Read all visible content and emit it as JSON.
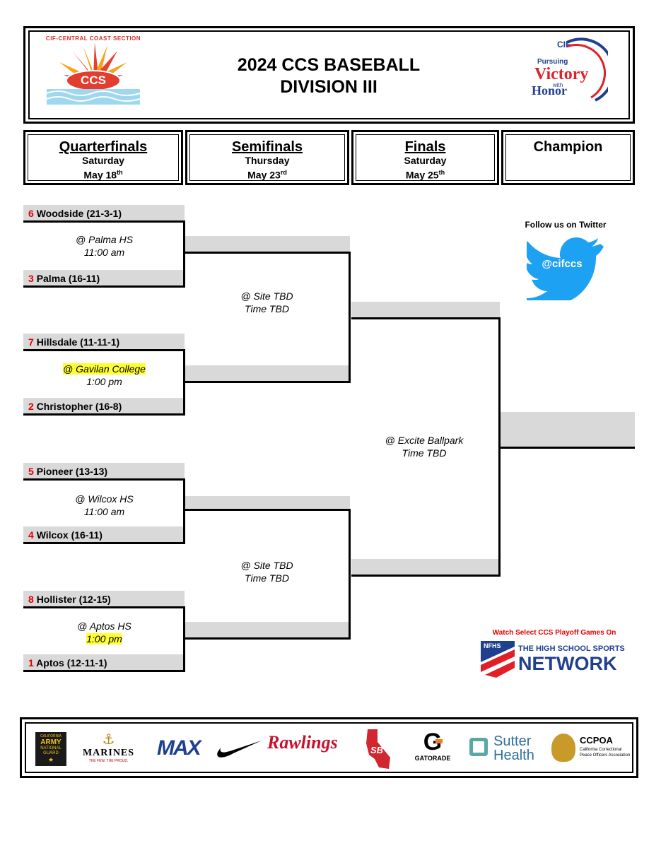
{
  "header": {
    "title_line1": "2024 CCS BASEBALL",
    "title_line2": "DIVISION III",
    "left_logo_arc": "CIF-CENTRAL COAST SECTION",
    "left_logo_mark": "CCS",
    "right_logo_top": "CIF",
    "right_logo_l1": "Pursuing",
    "right_logo_l2": "Victory",
    "right_logo_l3": "with",
    "right_logo_l4": "Honor"
  },
  "rounds": {
    "qf": {
      "name": "Quarterfinals",
      "day": "Saturday",
      "date": "May 18",
      "sup": "th"
    },
    "sf": {
      "name": "Semifinals",
      "day": "Thursday",
      "date": "May 23",
      "sup": "rd"
    },
    "f": {
      "name": "Finals",
      "day": "Saturday",
      "date": "May 25",
      "sup": "th"
    },
    "champion": {
      "name": "Champion"
    }
  },
  "qf_teams": [
    {
      "seed": "6",
      "name": "Woodside (21-3-1)"
    },
    {
      "seed": "3",
      "name": "Palma (16-11)"
    },
    {
      "seed": "7",
      "name": "Hillsdale (11-11-1)"
    },
    {
      "seed": "2",
      "name": "Christopher (16-8)"
    },
    {
      "seed": "5",
      "name": "Pioneer (13-13)"
    },
    {
      "seed": "4",
      "name": "Wilcox (16-11)"
    },
    {
      "seed": "8",
      "name": "Hollister (12-15)"
    },
    {
      "seed": "1",
      "name": "Aptos (12-11-1)"
    }
  ],
  "qf_games": [
    {
      "site": "@ Palma HS",
      "time": "11:00 am"
    },
    {
      "site": "@ Gavilan College",
      "time": "1:00 pm"
    },
    {
      "site": "@ Wilcox HS",
      "time": "11:00 am"
    },
    {
      "site": "@ Aptos HS",
      "time": "1:00 pm"
    }
  ],
  "sf_games": [
    {
      "site": "@ Site TBD",
      "time": "Time TBD"
    },
    {
      "site": "@ Site TBD",
      "time": "Time TBD"
    }
  ],
  "final_game": {
    "site": "@ Excite Ballpark",
    "time": "Time TBD"
  },
  "twitter": {
    "label": "Follow us on Twitter",
    "handle": "@cifccs"
  },
  "nfhs": {
    "promo": "Watch Select CCS Playoff Games On",
    "l1": "THE HIGH SCHOOL SPORTS",
    "l2": "NETWORK",
    "mark": "NFHS"
  },
  "sponsors": {
    "army": [
      "CALIFORNIA",
      "ARMY",
      "NATIONAL",
      "GUARD"
    ],
    "marines": [
      "MARINES",
      "THE FEW. THE PROUD."
    ],
    "maxpreps": "MAX",
    "rawlings": "Rawlings",
    "sb": "SB",
    "gatorade": "GATORADE",
    "sutter": [
      "Sutter",
      "Health"
    ],
    "ccpoa": [
      "CCPOA",
      "California Correctional",
      "Peace Officers Association"
    ]
  },
  "colors": {
    "seed": "#e00000",
    "slot": "#d9d9d9",
    "highlight": "#ffff33",
    "twitter": "#1da1f2"
  }
}
